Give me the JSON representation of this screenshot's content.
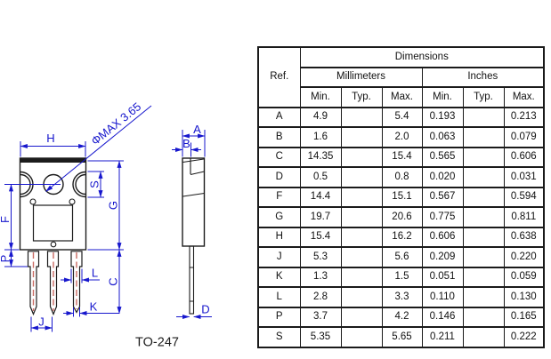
{
  "drawing": {
    "package_name": "TO-247",
    "hole_note": "ΦMAX 3.65",
    "dim_labels": {
      "H": "H",
      "F": "F",
      "P": "P",
      "G": "G",
      "C": "C",
      "S": "S",
      "L": "L",
      "K": "K",
      "J": "J",
      "A": "A",
      "B": "B",
      "D": "D"
    },
    "colors": {
      "dimension_blue": "#1717cd",
      "outline_black": "#1c1c1c",
      "centerline_red": "#c96a62"
    }
  },
  "table": {
    "title": "Dimensions",
    "ref_header": "Ref.",
    "unit_groups": [
      "Millimeters",
      "Inches"
    ],
    "sub_headers": [
      "Min.",
      "Typ.",
      "Max.",
      "Min.",
      "Typ.",
      "Max."
    ],
    "rows": [
      {
        "ref": "A",
        "mm_min": "4.9",
        "mm_typ": "",
        "mm_max": "5.4",
        "in_min": "0.193",
        "in_typ": "",
        "in_max": "0.213"
      },
      {
        "ref": "B",
        "mm_min": "1.6",
        "mm_typ": "",
        "mm_max": "2.0",
        "in_min": "0.063",
        "in_typ": "",
        "in_max": "0.079"
      },
      {
        "ref": "C",
        "mm_min": "14.35",
        "mm_typ": "",
        "mm_max": "15.4",
        "in_min": "0.565",
        "in_typ": "",
        "in_max": "0.606"
      },
      {
        "ref": "D",
        "mm_min": "0.5",
        "mm_typ": "",
        "mm_max": "0.8",
        "in_min": "0.020",
        "in_typ": "",
        "in_max": "0.031"
      },
      {
        "ref": "F",
        "mm_min": "14.4",
        "mm_typ": "",
        "mm_max": "15.1",
        "in_min": "0.567",
        "in_typ": "",
        "in_max": "0.594"
      },
      {
        "ref": "G",
        "mm_min": "19.7",
        "mm_typ": "",
        "mm_max": "20.6",
        "in_min": "0.775",
        "in_typ": "",
        "in_max": "0.811"
      },
      {
        "ref": "H",
        "mm_min": "15.4",
        "mm_typ": "",
        "mm_max": "16.2",
        "in_min": "0.606",
        "in_typ": "",
        "in_max": "0.638"
      },
      {
        "ref": "J",
        "mm_min": "5.3",
        "mm_typ": "",
        "mm_max": "5.6",
        "in_min": "0.209",
        "in_typ": "",
        "in_max": "0.220"
      },
      {
        "ref": "K",
        "mm_min": "1.3",
        "mm_typ": "",
        "mm_max": "1.5",
        "in_min": "0.051",
        "in_typ": "",
        "in_max": "0.059"
      },
      {
        "ref": "L",
        "mm_min": "2.8",
        "mm_typ": "",
        "mm_max": "3.3",
        "in_min": "0.110",
        "in_typ": "",
        "in_max": "0.130"
      },
      {
        "ref": "P",
        "mm_min": "3.7",
        "mm_typ": "",
        "mm_max": "4.2",
        "in_min": "0.146",
        "in_typ": "",
        "in_max": "0.165"
      },
      {
        "ref": "S",
        "mm_min": "5.35",
        "mm_typ": "",
        "mm_max": "5.65",
        "in_min": "0.211",
        "in_typ": "",
        "in_max": "0.222"
      }
    ]
  }
}
